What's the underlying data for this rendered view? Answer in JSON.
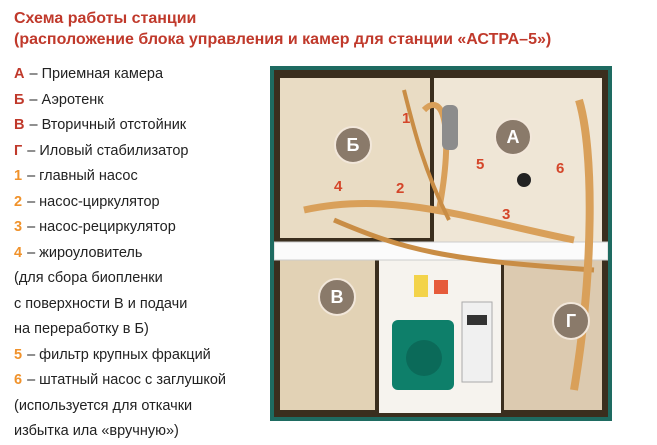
{
  "title": {
    "line1": "Схема работы станции",
    "line2": "(расположение блока управления и камер для станции «АСТРА–5»)"
  },
  "legend": [
    {
      "key": "А",
      "text": "– Приемная камера",
      "color": "dark",
      "sub": []
    },
    {
      "key": "Б",
      "text": "– Аэротенк",
      "color": "dark",
      "sub": []
    },
    {
      "key": "В",
      "text": "– Вторичный отстойник",
      "color": "dark",
      "sub": []
    },
    {
      "key": "Г",
      "text": "– Иловый стабилизатор",
      "color": "dark",
      "sub": []
    },
    {
      "key": "1",
      "text": "– главный насос",
      "color": "orange",
      "sub": []
    },
    {
      "key": "2",
      "text": "– насос-циркулятор",
      "color": "orange",
      "sub": []
    },
    {
      "key": "3",
      "text": "– насос-рециркулятор",
      "color": "orange",
      "sub": []
    },
    {
      "key": "4",
      "text": "– жироуловитель",
      "color": "orange",
      "sub": [
        "(для сбора биопленки",
        "с поверхности В и подачи",
        "на переработку в Б)"
      ]
    },
    {
      "key": "5",
      "text": "– фильтр крупных фракций",
      "color": "orange",
      "sub": []
    },
    {
      "key": "6",
      "text": "– штатный насос с заглушкой",
      "color": "orange",
      "sub": [
        "(используется для откачки",
        "избытка ила «вручную»)"
      ]
    }
  ],
  "photo": {
    "badges": {
      "A": "А",
      "B": "Б",
      "V": "В",
      "G": "Г"
    },
    "numbers": {
      "n1": "1",
      "n2": "2",
      "n3": "3",
      "n4": "4",
      "n5": "5",
      "n6": "6"
    }
  },
  "colors": {
    "title": "#c0392b",
    "orange": "#f0922b",
    "frame": "#1e6b61"
  }
}
